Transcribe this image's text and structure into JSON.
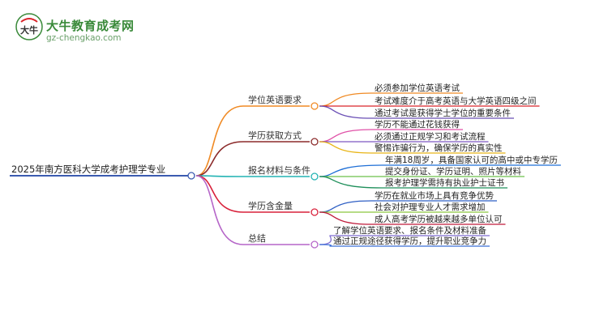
{
  "brand": {
    "title": "大牛教育成考网",
    "url": "gz-chengkao.com",
    "logo_text": "大牛"
  },
  "root": {
    "label": "2025年南方医科大学成考护理学专业"
  },
  "branches": [
    {
      "label": "学位英语要求",
      "color": "#f08a24",
      "leaves": [
        {
          "text": "必须参加学位英语考试",
          "color": "#f08a24"
        },
        {
          "text": "考试难度介于高考英语与大学英语四级之间",
          "color": "#d9242a"
        },
        {
          "text": "通过考试是获得学士学位的重要条件",
          "color": "#6a4fb5"
        }
      ]
    },
    {
      "label": "学历获取方式",
      "color": "#8b2a2a",
      "leaves": [
        {
          "text": "学历不能通过花钱获得",
          "color": "#e052a8"
        },
        {
          "text": "必须通过正规学习和考试流程",
          "color": "#7e57c2"
        },
        {
          "text": "警惕诈骗行为，确保学历的真实性",
          "color": "#e8b517"
        }
      ]
    },
    {
      "label": "报名材料与条件",
      "color": "#22b3b3",
      "leaves": [
        {
          "text": "年满18周岁，具备国家认可的高中或中专学历",
          "color": "#1f6fd6"
        },
        {
          "text": "提交身份证、学历证明、照片等材料",
          "color": "#6cc04a"
        },
        {
          "text": "报考护理学需持有执业护士证书",
          "color": "#1e8f5a"
        }
      ]
    },
    {
      "label": "学历含金量",
      "color": "#d8203a",
      "leaves": [
        {
          "text": "学历在就业市场上具有竞争优势",
          "color": "#2f5fc4"
        },
        {
          "text": "社会对护理专业人才需求增加",
          "color": "#8cc63f"
        },
        {
          "text": "成人高考学历被越来越多单位认可",
          "color": "#c01a3a"
        }
      ]
    },
    {
      "label": "总结",
      "color": "#b565c8",
      "leaves": [
        {
          "text": "了解学位英语要求、报名条件及材料准备",
          "color": "#7e6bd0"
        },
        {
          "text": "通过正规途径获得学历，提升职业竞争力",
          "color": "#3a6fd8"
        }
      ]
    }
  ]
}
